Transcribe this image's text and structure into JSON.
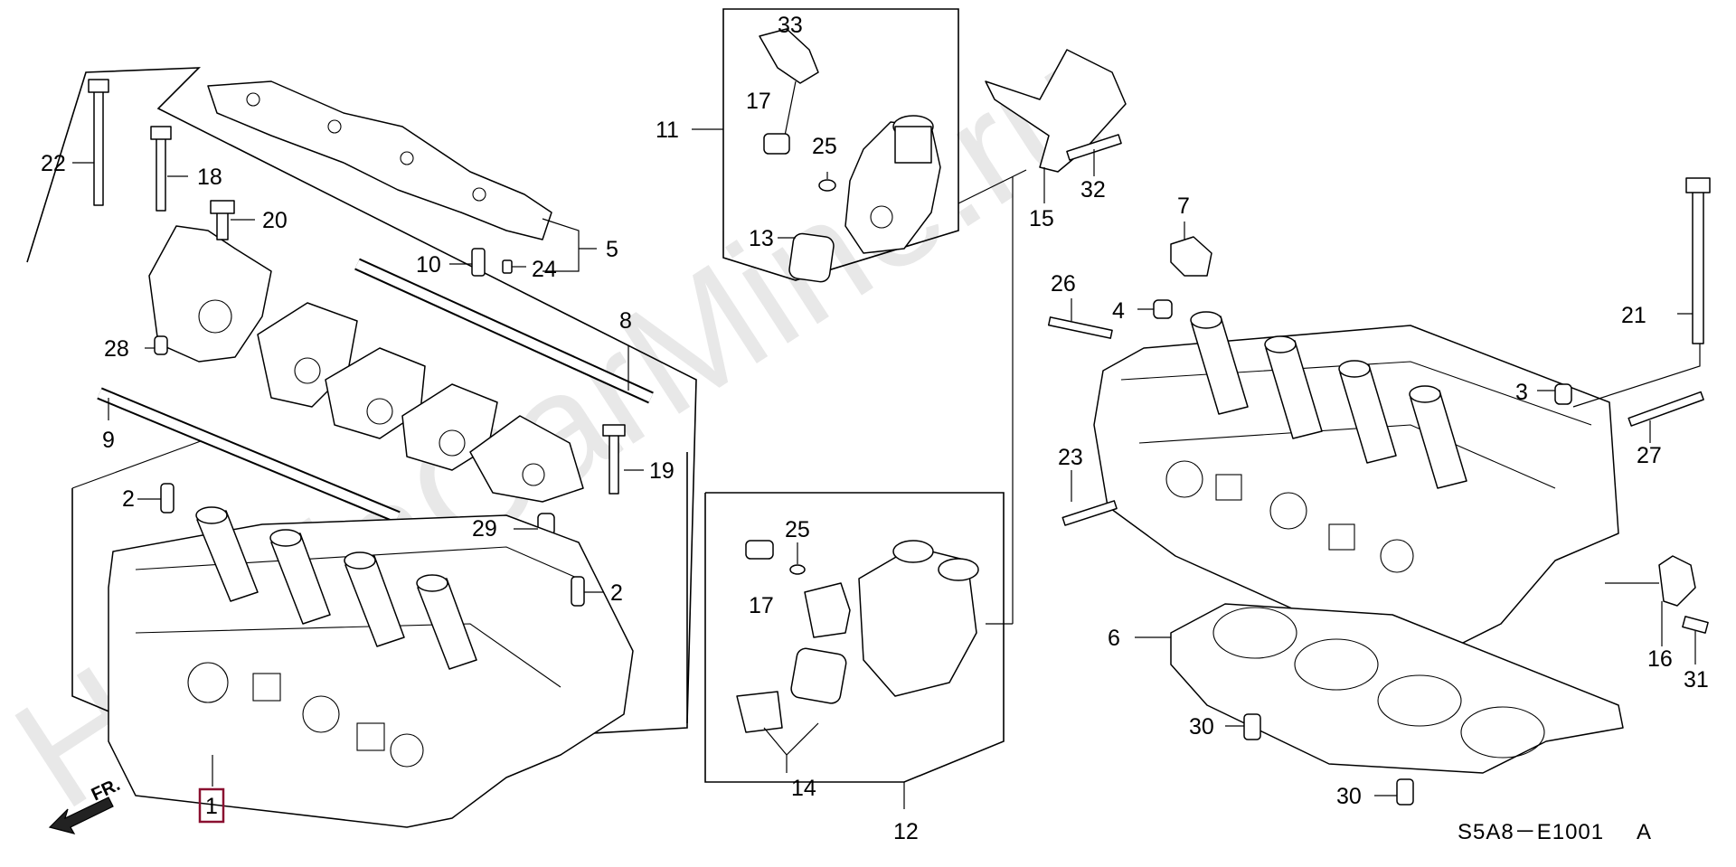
{
  "watermark": "HondaCarMine.ru",
  "direction_label": "FR.",
  "diagram_code": "S5A8－E1001",
  "diagram_code_suffix": "A",
  "highlight_color": "#8a1030",
  "callouts": {
    "p1": "1",
    "p2a": "2",
    "p2b": "2",
    "p3": "3",
    "p4": "4",
    "p5": "5",
    "p6": "6",
    "p7": "7",
    "p8": "8",
    "p9": "9",
    "p10": "10",
    "p11": "11",
    "p12": "12",
    "p13": "13",
    "p14": "14",
    "p15": "15",
    "p16": "16",
    "p17a": "17",
    "p17b": "17",
    "p18": "18",
    "p19": "19",
    "p20": "20",
    "p21": "21",
    "p22": "22",
    "p23": "23",
    "p24": "24",
    "p25a": "25",
    "p25b": "25",
    "p26": "26",
    "p27": "27",
    "p28": "28",
    "p29": "29",
    "p30a": "30",
    "p30b": "30",
    "p31": "31",
    "p32": "32",
    "p33": "33"
  }
}
